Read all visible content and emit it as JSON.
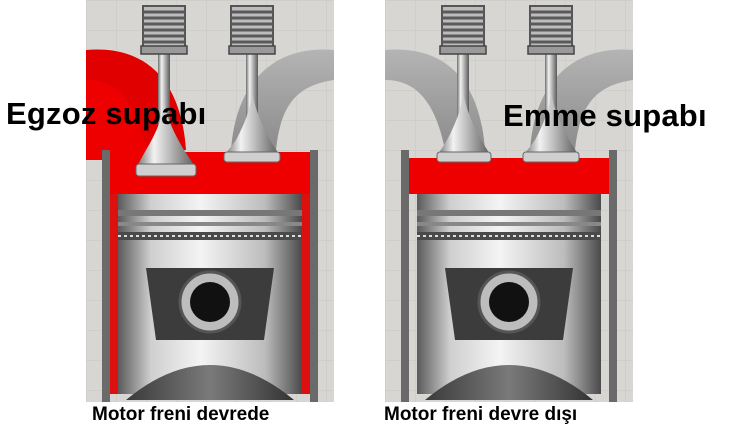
{
  "labels": {
    "exhaust_valve": "Egzoz supabı",
    "intake_valve": "Emme supabı"
  },
  "captions": {
    "left": "Motor freni devrede",
    "right": "Motor freni devre dışı"
  },
  "colors": {
    "hot_gas": "#ee0000",
    "background": "#d6d4d0",
    "metal_light": "#e6e6e6",
    "metal_dark": "#3c3c3c"
  }
}
